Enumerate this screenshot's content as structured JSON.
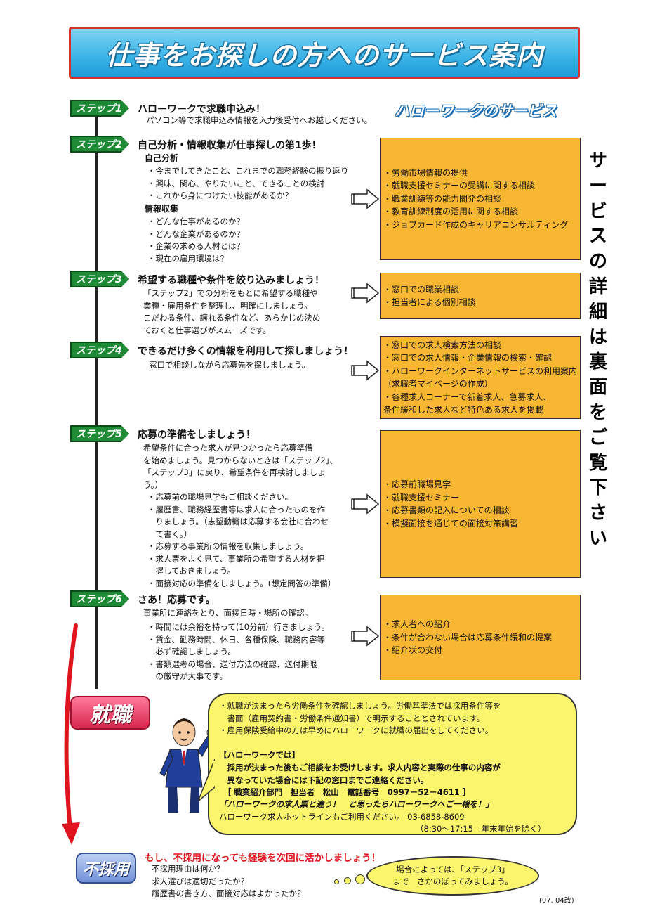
{
  "banner_title": "仕事をお探しの方へのサービス案内",
  "hw_service_label": "ハローワークのサービス",
  "side_vertical_text": "サービスの詳細は裏面をご覧下さい",
  "steps": [
    {
      "tag": "ステップ1",
      "title": "ハローワークで求職申込み！",
      "lines": [
        "パソコン等で求職申込み情報を入力後受付へお越しください。"
      ]
    },
    {
      "tag": "ステップ2",
      "title": "自己分析・情報収集が仕事探しの第1歩！",
      "sub1": "自己分析",
      "lines1": [
        "・今までしてきたこと、これまでの職務経験の振り返り",
        "・興味、関心、やりたいこと、できることの検討",
        "・これから身につけたい技能があるか？"
      ],
      "sub2": "情報収集",
      "lines2": [
        "・どんな仕事があるのか？",
        "・どんな企業があるのか？",
        "・企業の求める人材とは？",
        "・現在の雇用環境は？"
      ],
      "box": [
        "・労働市場情報の提供",
        "・就職支援セミナーの受講に関する相談",
        "・職業訓練等の能力開発の相談",
        "・教育訓練制度の活用に関する相談",
        "・ジョブカード作成のキャリアコンサルティング"
      ]
    },
    {
      "tag": "ステップ3",
      "title": "希望する職種や条件を絞り込みましょう！",
      "lines": [
        "「ステップ2」での分析をもとに希望する職種や",
        "業種・雇用条件を整理し、明確にしましょう。",
        "こだわる条件、譲れる条件など、あらかじめ決め",
        "ておくと仕事選びがスムーズです。"
      ],
      "box": [
        "・窓口での職業相談",
        "・担当者による個別相談"
      ]
    },
    {
      "tag": "ステップ4",
      "title": "できるだけ多くの情報を利用して探しましょう！",
      "lines": [
        "窓口で相談しながら応募先を探しましょう。"
      ],
      "box": [
        "・窓口での求人検索方法の相談",
        "・窓口での求人情報・企業情報の検索・確認",
        "・ハローワークインターネットサービスの利用案内",
        "（求職者マイページの作成）",
        "・各種求人コーナーで新着求人、急募求人、",
        "条件緩和した求人など特色ある求人を掲載"
      ]
    },
    {
      "tag": "ステップ5",
      "title": "応募の準備をしましょう！",
      "lines": [
        "希望条件に合った求人が見つかったら応募準備",
        "を始めましょう。見つからないときは「ステップ2」、",
        "「ステップ3」に戻り、希望条件を再検討しましょ",
        "う。）"
      ],
      "lines2": [
        "・応募前の職場見学もご相談ください。",
        "・履歴書、職務経歴書等は求人に合ったものを作",
        "　りましょう。（志望動機は応募する会社に合わせ",
        "　て書く。）",
        "・応募する事業所の情報を収集しましょう。",
        "・求人票をよく見て、事業所の希望する人材を把",
        "　握しておきましょう。",
        "・面接対応の準備をしましょう。(想定問答の準備）"
      ],
      "box": [
        "・応募前職場見学",
        "・就職支援セミナー",
        "・応募書類の記入についての相談",
        "・模擬面接を通じての面接対策講習"
      ]
    },
    {
      "tag": "ステップ6",
      "title": "さあ！応募です。",
      "lines": [
        "事業所に連絡をとり、面接日時・場所の確認。"
      ],
      "lines2": [
        "・時間には余裕を持って(10分前）行きましょう。",
        "・賃金、勤務時間、休日、各種保険、職務内容等",
        "　必ず確認しましょう。",
        "・書類選考の場合、送付方法の確認、送付期限",
        "　の厳守が大事です。"
      ],
      "box": [
        "・求人者への紹介",
        "・条件が合わない場合は応募条件緩和の提案",
        "・紹介状の交付"
      ]
    }
  ],
  "shushoku_label": "就職",
  "bubble": {
    "lines1": [
      "・就職が決まったら労働条件を確認しましょう。労働基準法では採用条件等を",
      "　書面（雇用契約書・労働条件通知書）で明示することとされています。",
      "・雇用保険受給中の方は早めにハローワークに就職の届出をしてください。"
    ],
    "hw_head": "【ハローワークでは】",
    "hw_lines": [
      "　採用が決まった後もご相談をお受けします。求人内容と実際の仕事の内容が",
      "　異なっていた場合には下記の窓口までご連絡ください。",
      "　［ 職業紹介部門　担当者　松山　電話番号　0997－52－4611 ］"
    ],
    "slogan": "「ハローワークの求人票と違う！　と思ったらハローワークへご一報を！」",
    "hotline": "ハローワーク求人ホットラインもご利用ください。 03-6858-8609",
    "hours": "（8:30～17:15　年末年始を除く）"
  },
  "fusaiyo": {
    "label": "不採用",
    "heading": "もし、不採用になっても経験を次回に活かしましょう！",
    "lines": [
      "不採用理由は何か？",
      "求人選びは適切だったか？",
      "履歴書の書き方、面接対応はよかったか？"
    ],
    "cloud": [
      "場合によっては、「ステップ3」",
      "まで　さかのぼってみましょう。"
    ]
  },
  "revision": "(07. 04改)",
  "colors": {
    "accent_red": "#e0141e",
    "step_green": "#1e8a35",
    "box_orange": "#f7b733",
    "bubble_yellow": "#fbf56e",
    "banner_blue": "#3ab3e6"
  }
}
